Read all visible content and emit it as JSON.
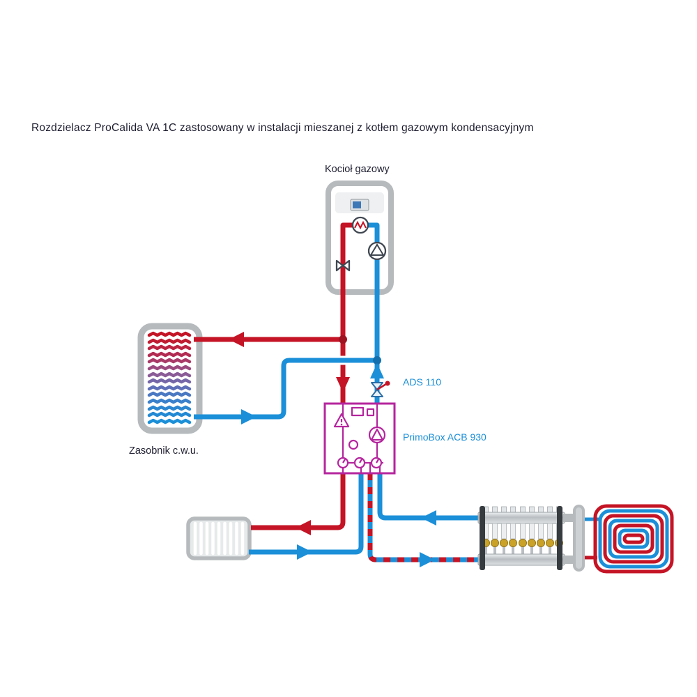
{
  "title": "Rozdzielacz ProCalida VA 1C zastosowany w instalacji mieszanej z kotłem gazowym kondensacyjnym",
  "labels": {
    "boiler": "Kocioł gazowy",
    "tank": "Zasobnik c.w.u.",
    "ads": "ADS 110",
    "primobox": "PrimoBox ACB 930"
  },
  "colors": {
    "supply-red": "#c41425",
    "return-blue": "#1b8fd8",
    "label-blue": "#1b8fd8",
    "primobox-magenta": "#b5259e",
    "outline-gray": "#b6babc",
    "text-dark": "#1d1d30",
    "brass": "#c9a227",
    "metal-light": "#eef0f2",
    "metal-dark": "#b9bec2"
  }
}
